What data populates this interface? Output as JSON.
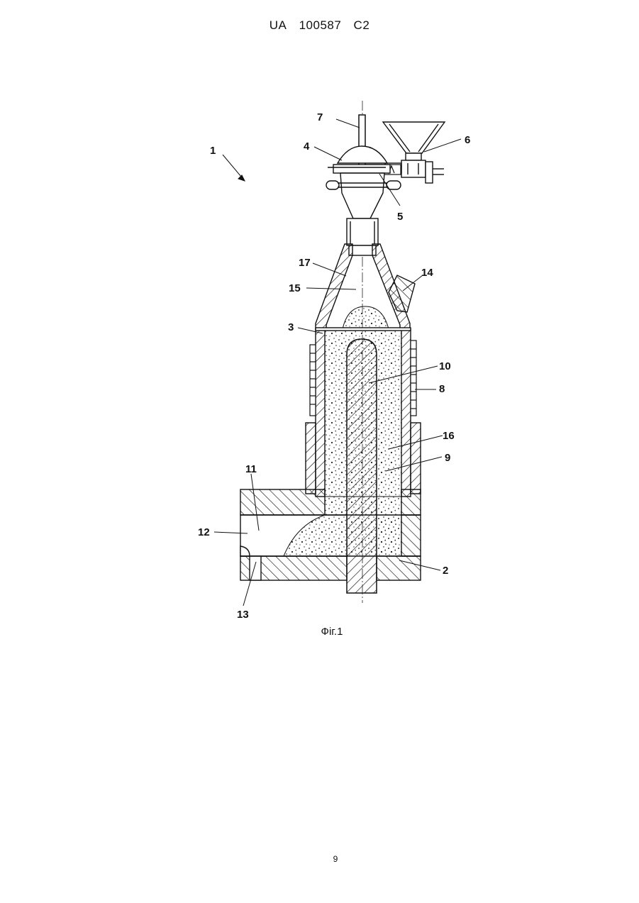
{
  "header": {
    "country": "UA",
    "number": "100587",
    "kind": "C2"
  },
  "figure": {
    "caption": "Фіг.1",
    "labels": [
      "1",
      "2",
      "3",
      "4",
      "5",
      "6",
      "7",
      "8",
      "9",
      "10",
      "11",
      "12",
      "13",
      "14",
      "15",
      "16",
      "17"
    ]
  },
  "page_number": "9"
}
